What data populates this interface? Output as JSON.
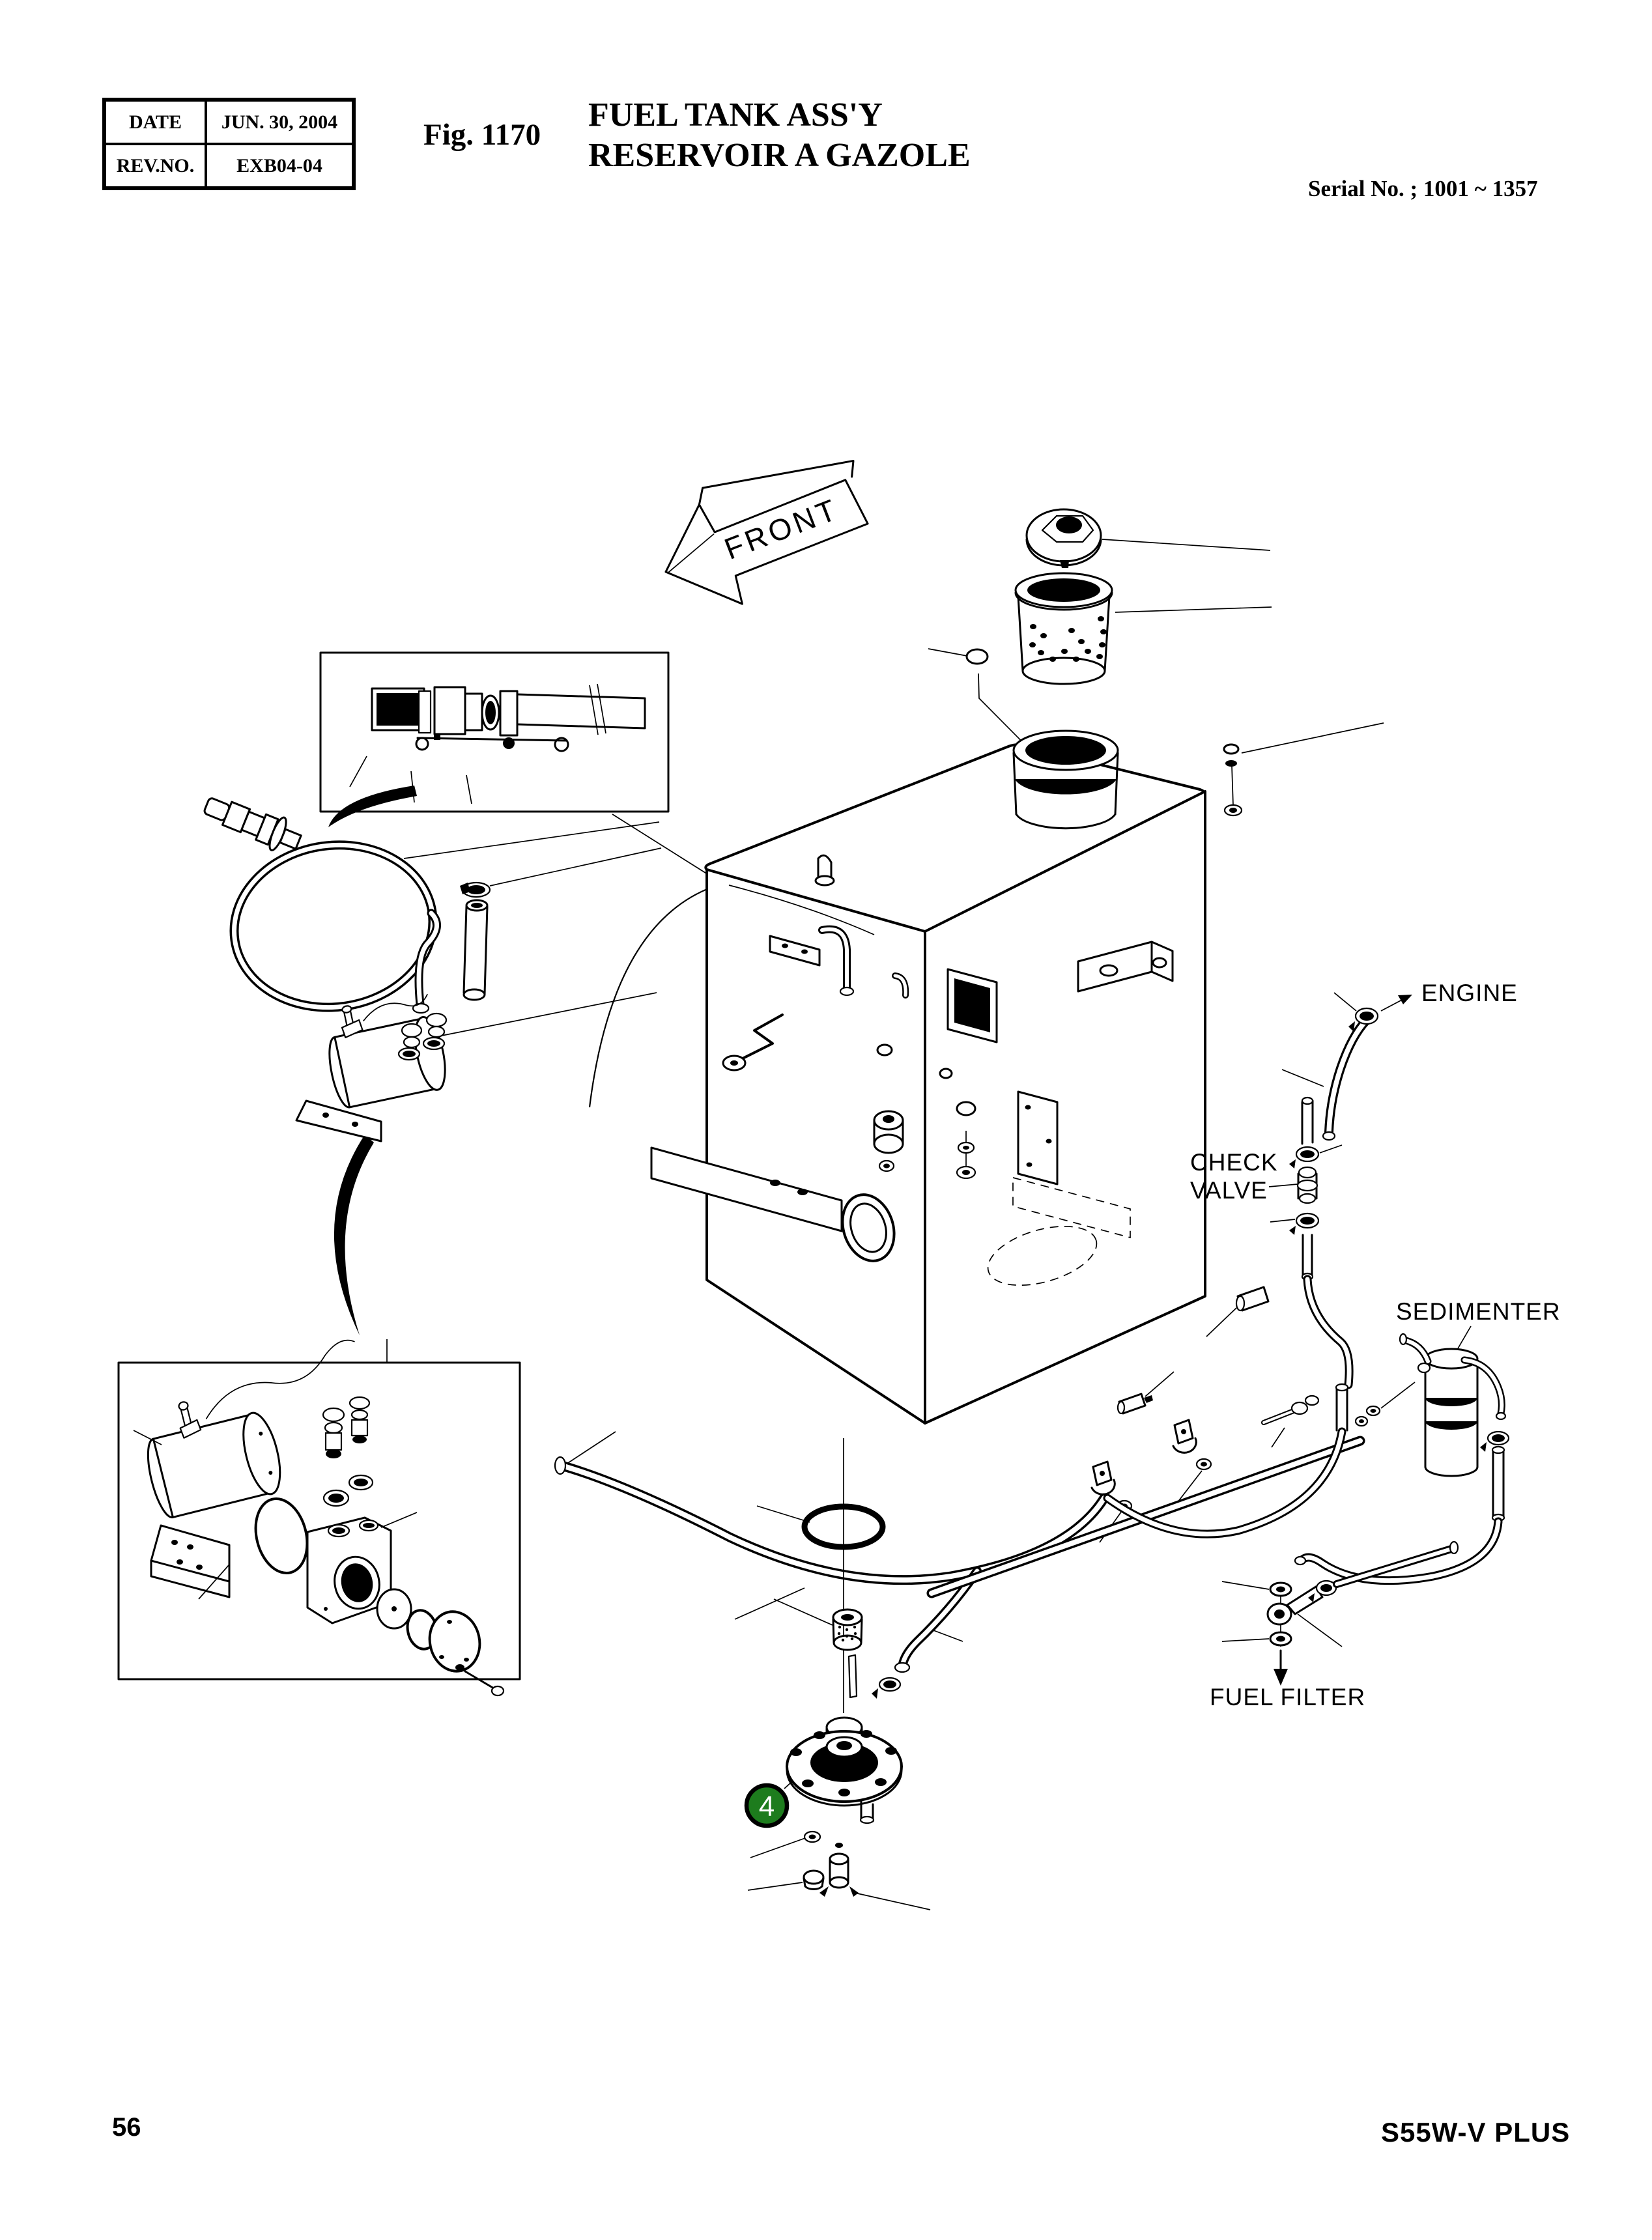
{
  "header": {
    "table": {
      "rows": [
        {
          "label": "DATE",
          "value": "JUN. 30, 2004"
        },
        {
          "label": "REV.NO.",
          "value": "EXB04-04"
        }
      ]
    },
    "figure_label": "Fig. 1170",
    "title_line1": "FUEL TANK ASS'Y",
    "title_line2": "RESERVOIR A GAZOLE",
    "serial_note": "Serial No. ; 1001 ~ 1357"
  },
  "diagram": {
    "front_label": "FRONT",
    "labels": {
      "engine": "ENGINE",
      "check_valve_line1": "CHECK",
      "check_valve_line2": "VALVE",
      "sedimenter": "SEDIMENTER",
      "fuel_filter": "FUEL FILTER"
    },
    "callout": {
      "number": "4",
      "fill": "#1d7c1d"
    }
  },
  "footer": {
    "page_number": "56",
    "model_code": "S55W-V PLUS"
  }
}
